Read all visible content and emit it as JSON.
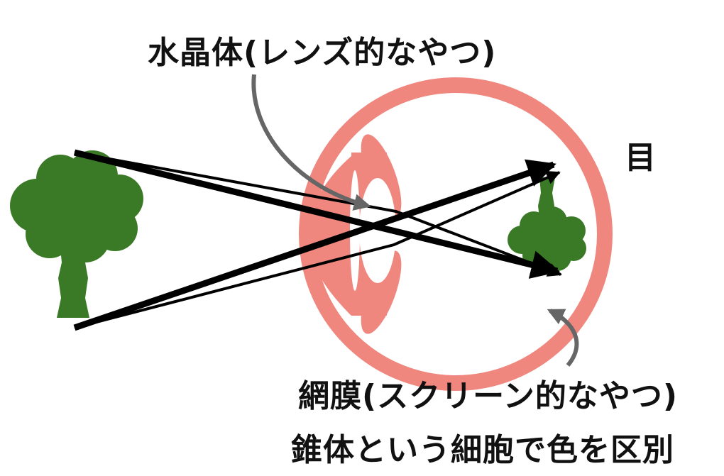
{
  "labels": {
    "lens": "水晶体(レンズ的なやつ)",
    "eye": "目",
    "retina": "網膜(スクリーン的なやつ)",
    "cones": "錐体という細胞で色を区別"
  },
  "colors": {
    "eye": "#f0877f",
    "tree": "#3a7a26",
    "rays": "#000000",
    "pointer": "#666666",
    "background": "#ffffff"
  },
  "icons": {
    "object": "tree-icon",
    "image": "inverted-tree-icon"
  }
}
